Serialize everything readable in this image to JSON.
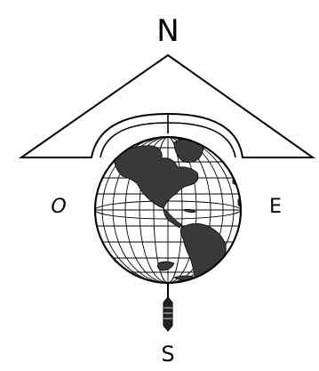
{
  "labels": {
    "north": "N",
    "south": "S",
    "east": "E",
    "west": "O"
  },
  "icons": {
    "globe": "globe-icon",
    "arrow": "arrow-icon",
    "roof": "roof-shape"
  },
  "colors": {
    "ink": "#000000",
    "land": "#3a3a3a",
    "background": "#ffffff"
  }
}
